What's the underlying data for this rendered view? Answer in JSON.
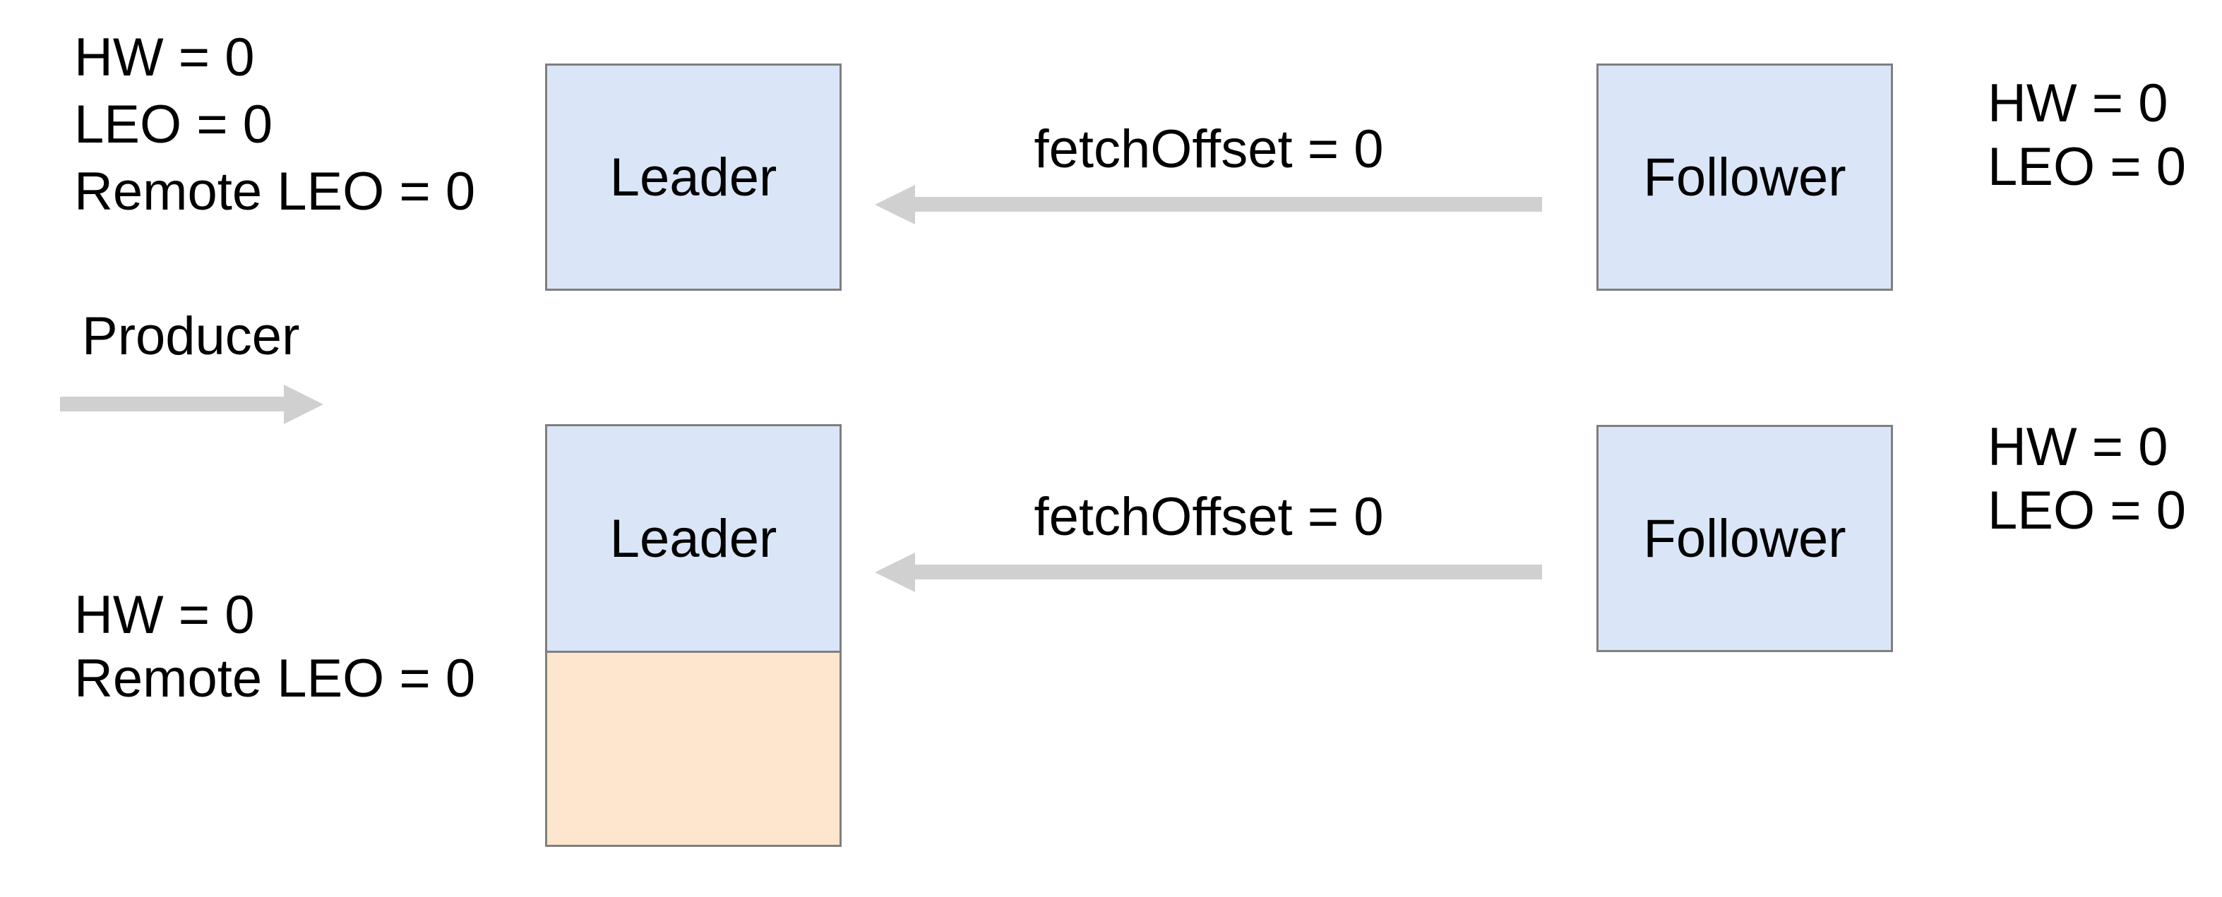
{
  "top_row": {
    "leader_annotations": [
      "HW = 0",
      "LEO = 0",
      "Remote LEO = 0"
    ],
    "leader_box_label": "Leader",
    "fetch_arrow_label": "fetchOffset = 0",
    "follower_box_label": "Follower",
    "follower_annotations": [
      "HW = 0",
      "LEO = 0"
    ]
  },
  "producer": {
    "label": "Producer"
  },
  "bottom_row": {
    "leader_annotations": [
      "HW = 0",
      "Remote LEO = 0"
    ],
    "leader_box_label": "Leader",
    "fetch_arrow_label": "fetchOffset = 0",
    "follower_box_label": "Follower",
    "follower_annotations": [
      "HW = 0",
      "LEO = 0"
    ]
  },
  "colors": {
    "box_fill_blue": "#dae6f8",
    "box_fill_orange": "#fde6cd",
    "box_border_gray": "#7f7f7f",
    "arrow_gray": "#d0d0d0",
    "text_black": "#000000"
  }
}
